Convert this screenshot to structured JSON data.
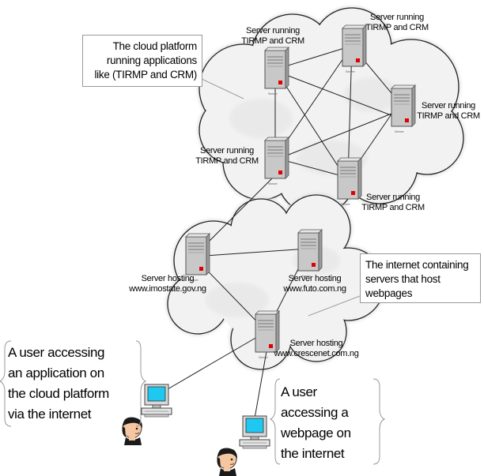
{
  "cloud_platform": {
    "note": "The cloud platform\nrunning applications\nlike (TIRMP and CRM)",
    "servers": [
      {
        "label": "Server running\nTIRMP and CRM"
      },
      {
        "label": "Server running\nTIRMP and CRM"
      },
      {
        "label": "Server running\nTIRMP and CRM"
      },
      {
        "label": "Server running\nTIRMP and CRM"
      },
      {
        "label": "Server running\nTIRMP and CRM"
      }
    ]
  },
  "internet": {
    "note": "The internet containing\nservers that host\nwebpages",
    "servers": [
      {
        "label": "Server hosting\nwww.imostate.gov.ng"
      },
      {
        "label": "Server hosting\nwww.futo.com.ng"
      },
      {
        "label": "Server hosting\nwww.crescenet.com.ng"
      }
    ]
  },
  "users": [
    {
      "note": "A user accessing\nan application on\nthe cloud platform\nvia the internet"
    },
    {
      "note": "A user\naccessing a\nwebpage on\nthe internet"
    }
  ],
  "colors": {
    "cloud_fill": "#f2f2f2",
    "cloud_shadow": "#e0e0e0",
    "server_body": "#c8c8c8",
    "server_led": "#e00000",
    "monitor_screen": "#1ec8f0",
    "skin": "#f5c7a0",
    "hair": "#1a1a1a"
  }
}
